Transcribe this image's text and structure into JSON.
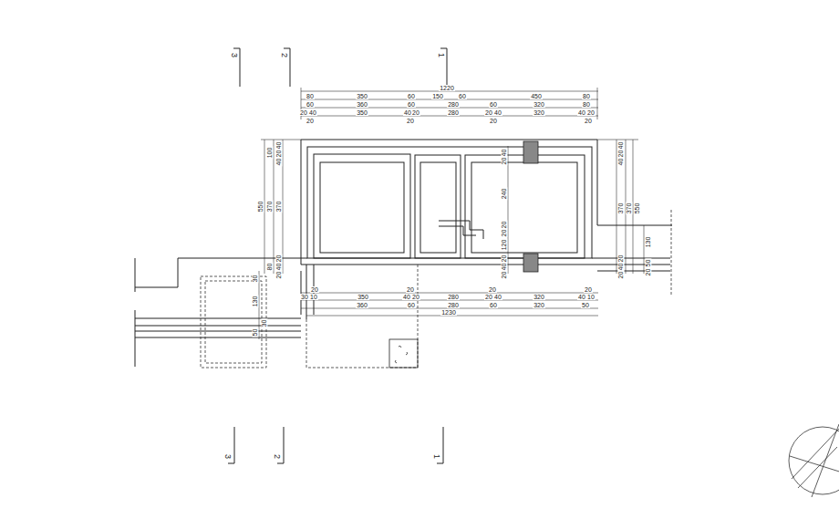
{
  "diagram": {
    "labels": [
      "3",
      "2",
      "1",
      "3",
      "2",
      "1",
      "1220",
      "80",
      "350",
      "60",
      "150",
      "60",
      "450",
      "80",
      "60",
      "360",
      "60",
      "280",
      "60",
      "320",
      "80",
      "20",
      "40",
      "350",
      "40",
      "20",
      "280",
      "20",
      "40",
      "320",
      "40",
      "20",
      "20",
      "20",
      "20",
      "20",
      "550",
      "100",
      "370",
      "370",
      "40",
      "20",
      "40",
      "80",
      "20",
      "40",
      "20",
      "40",
      "20",
      "40",
      "370",
      "370",
      "550",
      "130",
      "20",
      "40",
      "20",
      "50",
      "20",
      "40",
      "20",
      "240",
      "20",
      "20",
      "120",
      "20",
      "40",
      "20",
      "20",
      "20",
      "20",
      "20",
      "30",
      "10",
      "350",
      "40",
      "20",
      "280",
      "20",
      "40",
      "320",
      "40",
      "10",
      "360",
      "60",
      "280",
      "60",
      "320",
      "50",
      "1230",
      "30",
      "130",
      "50",
      "30"
    ]
  }
}
